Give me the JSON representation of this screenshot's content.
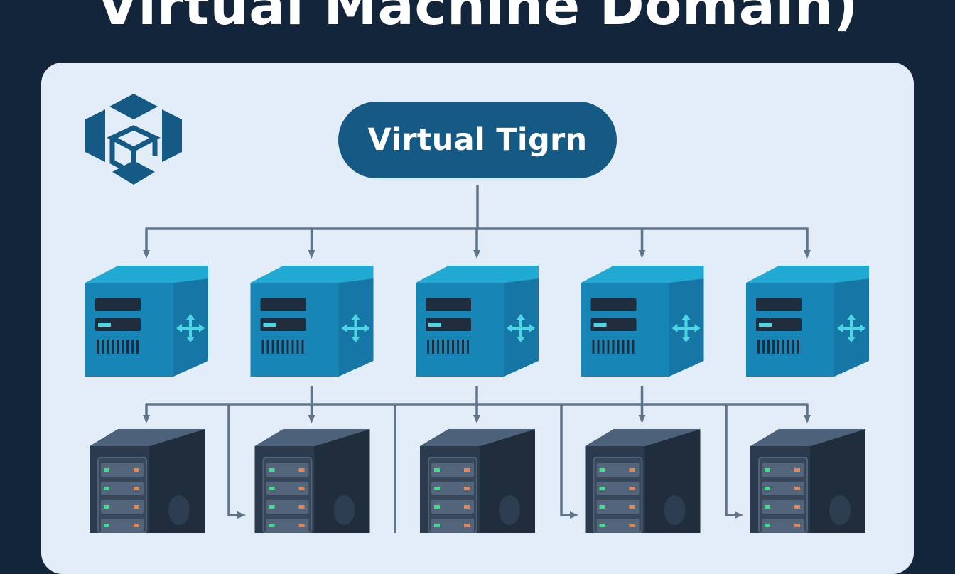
{
  "title": "Virtual Machine Domain)",
  "hub": {
    "label": "Virtual Tigrn"
  },
  "icons": {
    "logo": "cube-logo-icon",
    "vm_node": "virtual-machine-cube-icon",
    "vm_badge": "network-arrows-icon",
    "server": "server-tower-icon"
  },
  "virtual_machine_count": 5,
  "physical_server_count": 5,
  "colors": {
    "background": "#12253b",
    "panel": "#e2edf7",
    "hub": "#155a84",
    "connector": "#5f7587",
    "cube_top": "#1fa9d3",
    "cube_front": "#1885b7",
    "cube_side": "#1676a6",
    "accent": "#4fd6e4",
    "server_front": "#2b3b4d",
    "server_side": "#1f2d3c",
    "server_top": "#4c617a",
    "led_green": "#3fe08a",
    "led_orange": "#ee8548"
  }
}
